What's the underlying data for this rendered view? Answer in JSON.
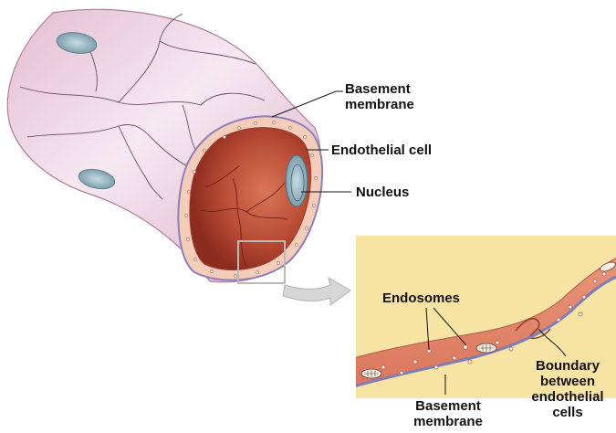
{
  "labels": {
    "basement_membrane_top": "Basement\nmembrane",
    "endothelial_cell": "Endothelial cell",
    "nucleus": "Nucleus",
    "endosomes": "Endosomes",
    "basement_membrane_bottom": "Basement\nmembrane",
    "boundary": "Boundary\nbetween\nendothelial\ncells"
  },
  "colors": {
    "vessel_outer": "#e9c9da",
    "vessel_outer_light": "#f7eaf1",
    "lumen": "#c2553c",
    "lumen_dark": "#8f2f22",
    "wall": "#f4c9b4",
    "nucleus": "#7fa0ad",
    "inset_background": "#f7e3a4",
    "inset_cell": "#e08a6e",
    "basement_line": "#7f7fb8"
  }
}
